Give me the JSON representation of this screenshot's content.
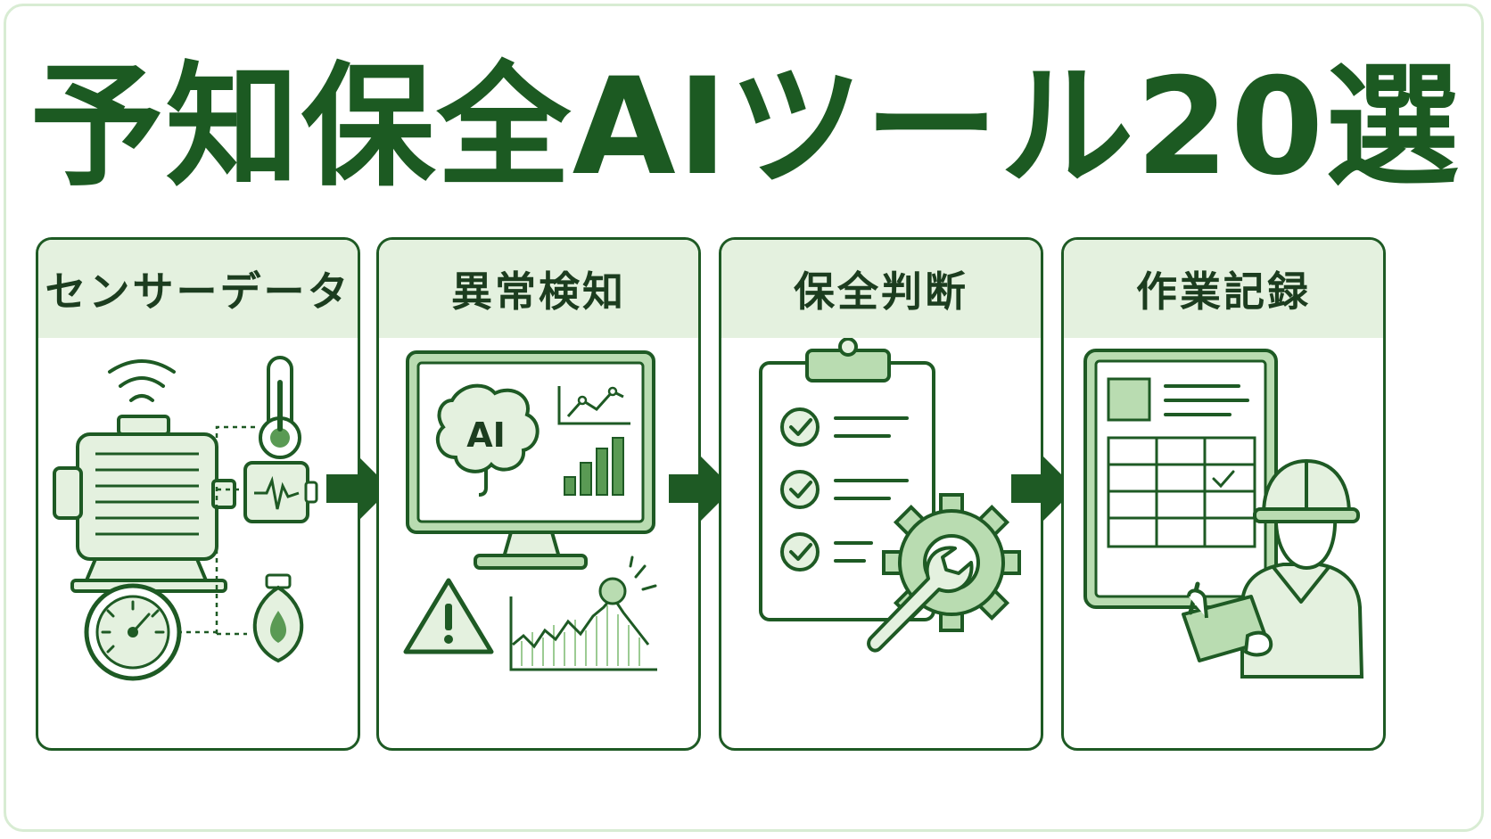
{
  "title": "予知保全AIツール20選",
  "steps": [
    {
      "label": "センサーデータ",
      "icon": "sensor-data-icon"
    },
    {
      "label": "異常検知",
      "icon": "anomaly-detection-icon"
    },
    {
      "label": "保全判断",
      "icon": "maintenance-decision-icon"
    },
    {
      "label": "作業記録",
      "icon": "work-record-icon"
    }
  ],
  "monitor_badge": "AI",
  "colors": {
    "dark_green": "#1e5a24",
    "light_green": "#e4f1df",
    "mid_green": "#b9dcb1",
    "frame": "#d8ecd3"
  }
}
